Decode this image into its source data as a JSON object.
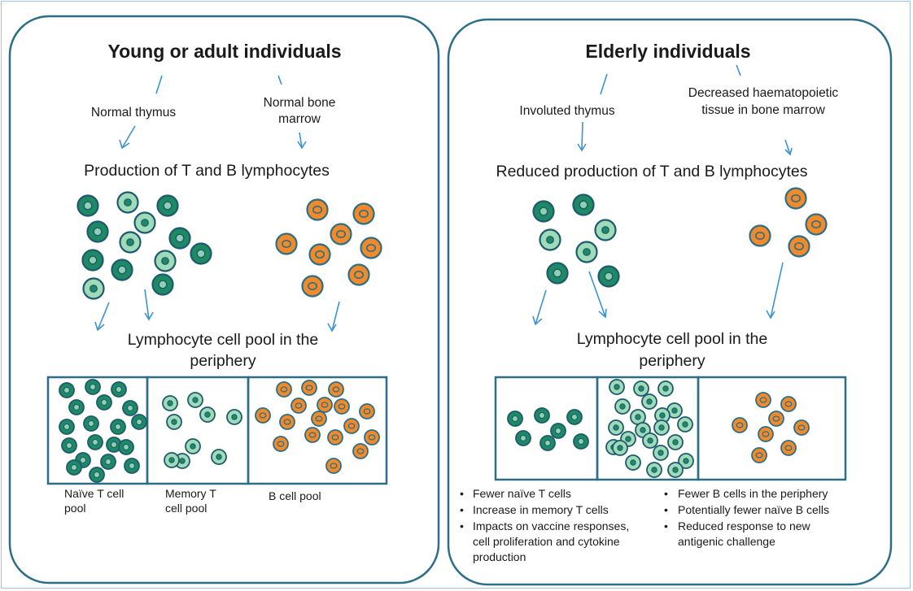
{
  "left": {
    "title": "Young or adult individuals",
    "source1": "Normal thymus",
    "source2_line1": "Normal bone",
    "source2_line2": "marrow",
    "production": "Production of T and B lymphocytes",
    "pool_line1": "Lymphocyte cell pool in the",
    "pool_line2": "periphery",
    "pools": [
      {
        "line1": "Naïve T cell",
        "line2": "pool"
      },
      {
        "line1": "Memory T",
        "line2": "cell pool"
      },
      {
        "line1": "B cell pool",
        "line2": ""
      }
    ]
  },
  "right": {
    "title": "Elderly individuals",
    "source1": "Involuted thymus",
    "source2_line1": "Decreased haematopoietic",
    "source2_line2": "tissue in bone marrow",
    "production": "Reduced production of T and B lymphocytes",
    "pool_line1": "Lymphocyte cell pool in the",
    "pool_line2": "periphery",
    "bullets_left": [
      "Fewer naïve T cells",
      "Increase in memory T cells",
      "Impacts on vaccine responses,",
      "cell proliferation and cytokine",
      "production"
    ],
    "bullets_right": [
      "Fewer B cells in the periphery",
      "Potentially fewer naïve B cells",
      "Reduced response to new",
      "antigenic challenge"
    ]
  },
  "colors": {
    "naive_t": "#1e8a64",
    "naive_t_border": "#1d5a6f",
    "memory_t": "#9fdbb8",
    "b_cell": "#f08a2a",
    "b_cell_border": "#2c6e86",
    "nucleus_fill": "#8fd0b2",
    "arrow": "#3c93d1",
    "panel_border": "#2c6e86"
  }
}
